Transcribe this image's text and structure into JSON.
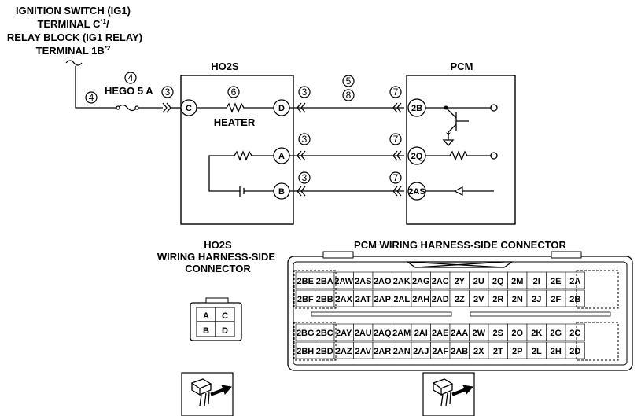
{
  "source": {
    "line1": "IGNITION SWITCH (IG1)",
    "line2": "TERMINAL C",
    "line2_sup": "*1",
    "line2_tail": "/",
    "line3": "RELAY BLOCK (IG1 RELAY)",
    "line4": "TERMINAL 1B",
    "line4_sup": "*2"
  },
  "fuse": {
    "label": "HEGO 5 A"
  },
  "heater_label": "HEATER",
  "ho2s": {
    "title": "HO2S",
    "terminals": [
      "C",
      "D",
      "A",
      "B"
    ]
  },
  "pcm": {
    "title": "PCM",
    "terminals": [
      "2B",
      "2Q",
      "2AS"
    ]
  },
  "circled_numbers": {
    "n3": "3",
    "n4": "4",
    "n5": "5",
    "n6": "6",
    "n7": "7",
    "n8": "8"
  },
  "ho2s_connector": {
    "title_line1": "HO2S",
    "title_line2": "WIRING HARNESS-SIDE",
    "title_line3": "CONNECTOR",
    "pins": [
      "A",
      "C",
      "B",
      "D"
    ]
  },
  "pcm_connector": {
    "title": "PCM WIRING HARNESS-SIDE CONNECTOR",
    "upper_row1": [
      "2BE",
      "2BA",
      "2AW",
      "2AS",
      "2AO",
      "2AK",
      "2AG",
      "2AC",
      "2Y",
      "2U",
      "2Q",
      "2M",
      "2I",
      "2E",
      "2A"
    ],
    "upper_row2": [
      "2BF",
      "2BB",
      "2AX",
      "2AT",
      "2AP",
      "2AL",
      "2AH",
      "2AD",
      "2Z",
      "2V",
      "2R",
      "2N",
      "2J",
      "2F",
      "2B"
    ],
    "lower_row1": [
      "2BG",
      "2BC",
      "2AY",
      "2AU",
      "2AQ",
      "2AM",
      "2AI",
      "2AE",
      "2AA",
      "2W",
      "2S",
      "2O",
      "2K",
      "2G",
      "2C"
    ],
    "lower_row2": [
      "2BH",
      "2BD",
      "2AZ",
      "2AV",
      "2AR",
      "2AN",
      "2AJ",
      "2AF",
      "2AB",
      "2X",
      "2T",
      "2P",
      "2L",
      "2H",
      "2D"
    ]
  }
}
